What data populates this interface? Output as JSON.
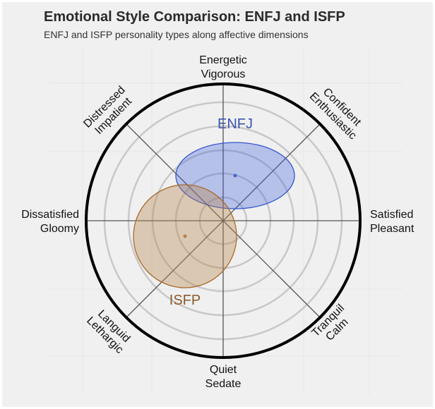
{
  "title": "Emotional Style Comparison: ENFJ and ISFP",
  "subtitle": "ENFJ and ISFP personality types along affective dimensions",
  "axes": {
    "top": [
      "Energetic",
      "Vigorous"
    ],
    "top_right": [
      "Confident",
      "Enthusiastic"
    ],
    "right": [
      "Satisfied",
      "Pleasant"
    ],
    "bottom_right": [
      "Tranquil",
      "Calm"
    ],
    "bottom": [
      "Quiet",
      "Sedate"
    ],
    "bottom_left": [
      "Languid",
      "Lethargic"
    ],
    "left": [
      "Dissatisfied",
      "Gloomy"
    ],
    "top_left": [
      "Distressed",
      "Impatient"
    ]
  },
  "series": {
    "enfj": {
      "label": "ENFJ",
      "color": "#3355bb"
    },
    "isfp": {
      "label": "ISFP",
      "color": "#8b5a2b"
    }
  },
  "chart_data": {
    "type": "scatter",
    "title": "Emotional Style Comparison: ENFJ and ISFP",
    "subtitle": "ENFJ and ISFP personality types along affective dimensions",
    "coordinate_system": "polar (circumplex)",
    "axis_range": [
      -1,
      1
    ],
    "rings": 5,
    "axis_labels": [
      "Energetic / Vigorous",
      "Confident / Enthusiastic",
      "Satisfied / Pleasant",
      "Tranquil / Calm",
      "Quiet / Sedate",
      "Languid / Lethargic",
      "Dissatisfied / Gloomy",
      "Distressed / Impatient"
    ],
    "series": [
      {
        "name": "ENFJ",
        "color": "#3355bb",
        "center": [
          0.09,
          0.33
        ],
        "spread_x": 0.43,
        "spread_y": 0.24,
        "shape": "ellipse"
      },
      {
        "name": "ISFP",
        "color": "#a0672a",
        "center": [
          -0.28,
          -0.11
        ],
        "spread_x": 0.37,
        "spread_y": 0.37,
        "shape": "circle"
      }
    ]
  }
}
